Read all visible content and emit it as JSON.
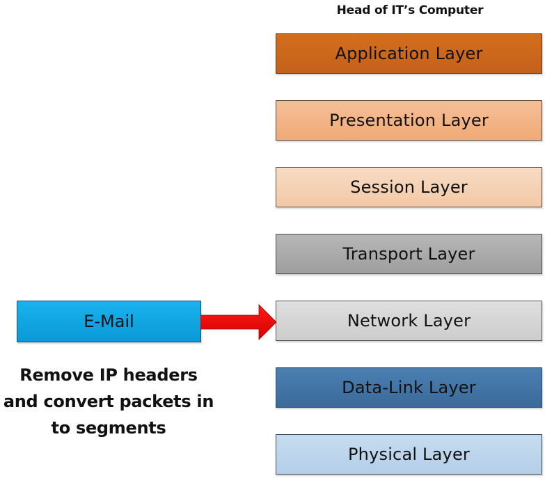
{
  "title": "Head of IT’s Computer",
  "layers": [
    {
      "label": "Application Layer",
      "color": "#c96619"
    },
    {
      "label": "Presentation Layer",
      "color": "#f2b283"
    },
    {
      "label": "Session Layer",
      "color": "#f5d2b5"
    },
    {
      "label": "Transport Layer",
      "color": "#a9a9a9"
    },
    {
      "label": "Network Layer",
      "color": "#d4d4d4"
    },
    {
      "label": "Data-Link Layer",
      "color": "#4274a6"
    },
    {
      "label": "Physical Layer",
      "color": "#bcd5ec"
    }
  ],
  "source": {
    "label": "E-Mail",
    "color": "#10a5e3"
  },
  "arrow": {
    "color": "#e60000",
    "from": "E-Mail",
    "to": "Network Layer"
  },
  "caption": "Remove IP headers and convert packets in to segments"
}
